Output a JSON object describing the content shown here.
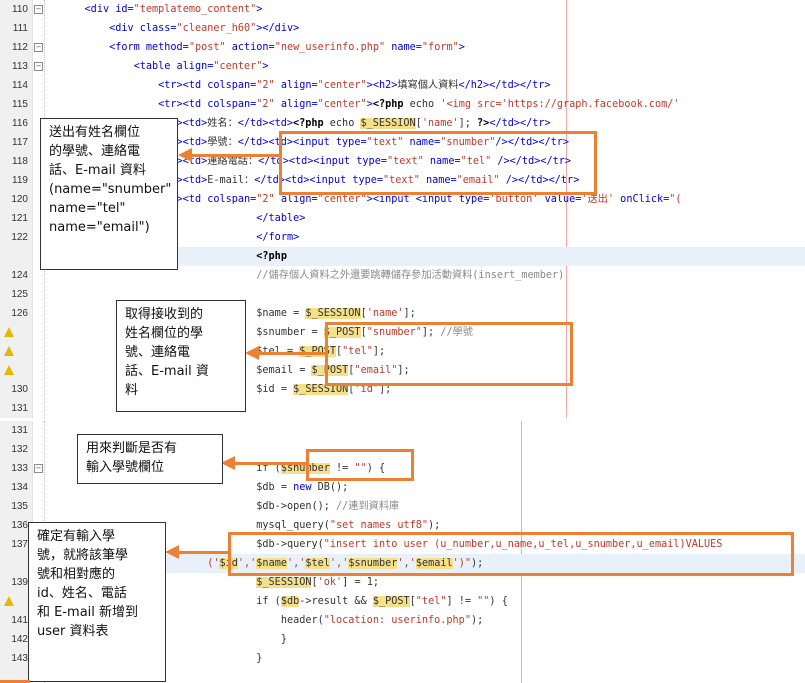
{
  "editor_top": {
    "lines": [
      {
        "n": "110",
        "fold": "−",
        "code": [
          [
            "    ",
            ""
          ],
          [
            "<div id=",
            "k-tag"
          ],
          [
            "\"templatemo_content\"",
            "k-str"
          ],
          [
            ">",
            "k-tag"
          ]
        ]
      },
      {
        "n": "111",
        "code": [
          [
            "        ",
            ""
          ],
          [
            "<div class=",
            "k-tag"
          ],
          [
            "\"cleaner_h60\"",
            "k-str"
          ],
          [
            "></div>",
            "k-tag"
          ]
        ]
      },
      {
        "n": "112",
        "fold": "−",
        "code": [
          [
            "        ",
            ""
          ],
          [
            "<form method=",
            "k-tag"
          ],
          [
            "\"post\"",
            "k-str"
          ],
          [
            " action=",
            "k-tag"
          ],
          [
            "\"new_userinfo.php\"",
            "k-str"
          ],
          [
            " name=",
            "k-tag"
          ],
          [
            "\"form\"",
            "k-str"
          ],
          [
            ">",
            "k-tag"
          ]
        ]
      },
      {
        "n": "113",
        "fold": "−",
        "code": [
          [
            "            ",
            ""
          ],
          [
            "<table align=",
            "k-tag"
          ],
          [
            "\"center\"",
            "k-str"
          ],
          [
            ">",
            "k-tag"
          ]
        ]
      },
      {
        "n": "114",
        "code": [
          [
            "                ",
            ""
          ],
          [
            "<tr><td colspan=",
            "k-tag"
          ],
          [
            "\"2\"",
            "k-str"
          ],
          [
            " align=",
            "k-tag"
          ],
          [
            "\"center\"",
            "k-str"
          ],
          [
            "><h2>",
            "k-tag"
          ],
          [
            "填寫個人資料",
            ""
          ],
          [
            "</h2></td></tr>",
            "k-tag"
          ]
        ]
      },
      {
        "n": "115",
        "code": [
          [
            "                ",
            ""
          ],
          [
            "<tr><td colspan=",
            "k-tag"
          ],
          [
            "\"2\"",
            "k-str"
          ],
          [
            " align=",
            "k-tag"
          ],
          [
            "\"center\"",
            "k-str"
          ],
          [
            ">",
            "k-tag"
          ],
          [
            "<?php",
            "k-bold"
          ],
          [
            " echo ",
            ""
          ],
          [
            "'<img src='https://graph.facebook.com/'",
            "k-str"
          ]
        ]
      },
      {
        "n": "116",
        "code": [
          [
            "                ",
            ""
          ],
          [
            "<tr><td>",
            "k-tag"
          ],
          [
            "姓名：",
            ""
          ],
          [
            "</td><td>",
            "k-tag"
          ],
          [
            "<?php",
            "k-bold"
          ],
          [
            " echo ",
            ""
          ],
          [
            "$_SESSION",
            "k-hlvar"
          ],
          [
            "[",
            ""
          ],
          [
            "'name'",
            "k-str"
          ],
          [
            "]; ",
            ""
          ],
          [
            "?>",
            "k-bold"
          ],
          [
            "</td></tr>",
            "k-tag"
          ]
        ]
      },
      {
        "n": "117",
        "code": [
          [
            "                ",
            ""
          ],
          [
            "<tr><td>",
            "k-tag"
          ],
          [
            "學號：",
            ""
          ],
          [
            "</td><td><input type=",
            "k-tag"
          ],
          [
            "\"text\"",
            "k-str"
          ],
          [
            " name=",
            "k-tag"
          ],
          [
            "\"snumber\"",
            "k-str"
          ],
          [
            "/></td></tr>",
            "k-tag"
          ]
        ]
      },
      {
        "n": "118",
        "code": [
          [
            "                ",
            ""
          ],
          [
            "<tr><td>",
            "k-tag"
          ],
          [
            "連絡電話：",
            ""
          ],
          [
            "</td><td><input type=",
            "k-tag"
          ],
          [
            "\"text\"",
            "k-str"
          ],
          [
            " name=",
            "k-tag"
          ],
          [
            "\"tel\"",
            "k-str"
          ],
          [
            " /></td></tr>",
            "k-tag"
          ]
        ]
      },
      {
        "n": "119",
        "code": [
          [
            "                ",
            ""
          ],
          [
            "<tr><td>",
            "k-tag"
          ],
          [
            "E-mail：",
            ""
          ],
          [
            "</td><td><input type=",
            "k-tag"
          ],
          [
            "\"text\"",
            "k-str"
          ],
          [
            " name=",
            "k-tag"
          ],
          [
            "\"email\"",
            "k-str"
          ],
          [
            " /></td></tr>",
            "k-tag"
          ]
        ]
      },
      {
        "n": "120",
        "code": [
          [
            "                ",
            ""
          ],
          [
            "<tr><td colspan=",
            "k-tag"
          ],
          [
            "\"2\"",
            "k-str"
          ],
          [
            " align=",
            "k-tag"
          ],
          [
            "\"center\"",
            "k-str"
          ],
          [
            "><input <input type=",
            "k-tag"
          ],
          [
            "'button'",
            "k-str"
          ],
          [
            " value=",
            "k-tag"
          ],
          [
            "'送出'",
            "k-str"
          ],
          [
            " onClick=",
            "k-tag"
          ],
          [
            "\"(",
            "k-str"
          ]
        ]
      },
      {
        "n": "121",
        "code": [
          [
            "                                ",
            ""
          ],
          [
            "</table>",
            "k-tag"
          ]
        ]
      },
      {
        "n": "122",
        "code": [
          [
            "                                ",
            ""
          ],
          [
            "</form>",
            "k-tag"
          ]
        ]
      },
      {
        "n": "123",
        "hl": true,
        "code": [
          [
            "                                ",
            ""
          ],
          [
            "<?php",
            "k-bold"
          ]
        ]
      },
      {
        "n": "124",
        "code": [
          [
            "                                ",
            ""
          ],
          [
            "//儲存個人資料之外還要跳轉儲存參加活動資料(insert_member)",
            "k-cmt"
          ]
        ]
      },
      {
        "n": "125",
        "code": []
      },
      {
        "n": "126",
        "code": [
          [
            "                                ",
            ""
          ],
          [
            "$name = ",
            ""
          ],
          [
            "$_SESSION",
            "k-hlvar"
          ],
          [
            "[",
            ""
          ],
          [
            "'name'",
            "k-str"
          ],
          [
            "];",
            ""
          ]
        ]
      },
      {
        "n": "",
        "warn": true,
        "code": [
          [
            "                                ",
            ""
          ],
          [
            "$snumber = ",
            ""
          ],
          [
            "$_POST",
            "k-hlvar"
          ],
          [
            "[",
            ""
          ],
          [
            "\"snumber\"",
            "k-str"
          ],
          [
            "]; ",
            ""
          ],
          [
            "//學號",
            "k-cmt"
          ]
        ]
      },
      {
        "n": "",
        "warn": true,
        "code": [
          [
            "                                ",
            ""
          ],
          [
            "$tel = ",
            ""
          ],
          [
            "$_POST",
            "k-hlvar"
          ],
          [
            "[",
            ""
          ],
          [
            "\"tel\"",
            "k-str"
          ],
          [
            "];",
            ""
          ]
        ]
      },
      {
        "n": "",
        "warn": true,
        "code": [
          [
            "                                ",
            ""
          ],
          [
            "$email = ",
            ""
          ],
          [
            "$_POST",
            "k-hlvar"
          ],
          [
            "[",
            ""
          ],
          [
            "\"email\"",
            "k-str"
          ],
          [
            "];",
            ""
          ]
        ]
      },
      {
        "n": "130",
        "code": [
          [
            "                                ",
            ""
          ],
          [
            "$id = ",
            ""
          ],
          [
            "$_SESSION",
            "k-hlvar"
          ],
          [
            "[",
            ""
          ],
          [
            "'id'",
            "k-str"
          ],
          [
            "];",
            ""
          ]
        ]
      },
      {
        "n": "131",
        "code": []
      }
    ]
  },
  "editor_bottom": {
    "lines": [
      {
        "n": "131",
        "code": []
      },
      {
        "n": "132",
        "code": []
      },
      {
        "n": "133",
        "fold": "−",
        "code": [
          [
            "                                ",
            ""
          ],
          [
            "if (",
            ""
          ],
          [
            "$snumber",
            "k-hlvar"
          ],
          [
            " != ",
            ""
          ],
          [
            "\"\"",
            "k-str"
          ],
          [
            ") {",
            ""
          ]
        ]
      },
      {
        "n": "134",
        "code": [
          [
            "                                ",
            ""
          ],
          [
            "$db = ",
            ""
          ],
          [
            "new",
            "k-tag"
          ],
          [
            " DB();",
            ""
          ]
        ]
      },
      {
        "n": "135",
        "code": [
          [
            "                                ",
            ""
          ],
          [
            "$db->open(); ",
            ""
          ],
          [
            "//連到資料庫",
            "k-cmt"
          ]
        ]
      },
      {
        "n": "136",
        "code": [
          [
            "                                ",
            ""
          ],
          [
            "mysql_query(",
            ""
          ],
          [
            "\"set names utf8\"",
            "k-str"
          ],
          [
            ");",
            ""
          ]
        ]
      },
      {
        "n": "137",
        "code": [
          [
            "                                ",
            ""
          ],
          [
            "$db->query(",
            ""
          ],
          [
            "\"insert into user (u_number,u_name,u_tel,u_snumber,u_email)VALUES",
            "k-str"
          ]
        ]
      },
      {
        "n": "138",
        "hl": true,
        "code": [
          [
            "                        ",
            ""
          ],
          [
            "('",
            "k-str"
          ],
          [
            "$id",
            "k-hlvar"
          ],
          [
            "','",
            "k-str"
          ],
          [
            "$name",
            "k-hlvar"
          ],
          [
            "','",
            "k-str"
          ],
          [
            "$tel",
            "k-hlvar"
          ],
          [
            "','",
            "k-str"
          ],
          [
            "$snumber",
            "k-hlvar"
          ],
          [
            "','",
            "k-str"
          ],
          [
            "$email",
            "k-hlvar"
          ],
          [
            "')\"",
            "k-str"
          ],
          [
            ");",
            ""
          ]
        ]
      },
      {
        "n": "139",
        "code": [
          [
            "                                ",
            ""
          ],
          [
            "$_SESSION",
            "k-hlvar"
          ],
          [
            "[",
            ""
          ],
          [
            "'ok'",
            "k-str"
          ],
          [
            "] = 1;",
            ""
          ]
        ]
      },
      {
        "n": "",
        "warn": true,
        "code": [
          [
            "                                ",
            ""
          ],
          [
            "if (",
            ""
          ],
          [
            "$db",
            "k-hlvar"
          ],
          [
            "->result && ",
            ""
          ],
          [
            "$_POST",
            "k-hlvar"
          ],
          [
            "[",
            ""
          ],
          [
            "\"tel\"",
            "k-str"
          ],
          [
            "] != ",
            ""
          ],
          [
            "\"\"",
            "k-str"
          ],
          [
            ") {",
            ""
          ]
        ]
      },
      {
        "n": "141",
        "code": [
          [
            "                                    ",
            ""
          ],
          [
            "header(",
            ""
          ],
          [
            "\"location: userinfo.php\"",
            "k-str"
          ],
          [
            ");",
            ""
          ]
        ]
      },
      {
        "n": "142",
        "code": [
          [
            "                                    ",
            ""
          ],
          [
            "}",
            ""
          ]
        ]
      },
      {
        "n": "143",
        "code": [
          [
            "                                ",
            ""
          ],
          [
            "}",
            ""
          ]
        ]
      }
    ]
  },
  "callouts": {
    "c1": "送出有姓名欄位\n的學號、連絡電\n話、E-mail 資料\n(name=\"snumber\"\nname=\"tel\"\nname=\"email\")",
    "c2": "取得接收到的\n姓名欄位的學\n號、連絡電\n話、E-mail 資\n料",
    "c3": "用來判斷是否有\n輸入學號欄位",
    "c4": "確定有輸入學\n號，就將該筆學\n號和相對應的\nid、姓名、電話\n和 E-mail 新增到\nuser 資料表"
  },
  "colors": {
    "annotation": "#ee8033",
    "keyword": "#0000e0",
    "string": "#c0392b",
    "comment": "#8a8a8a",
    "highlight_line": "#e8f0fa",
    "var_highlight": "#f5e08a"
  }
}
